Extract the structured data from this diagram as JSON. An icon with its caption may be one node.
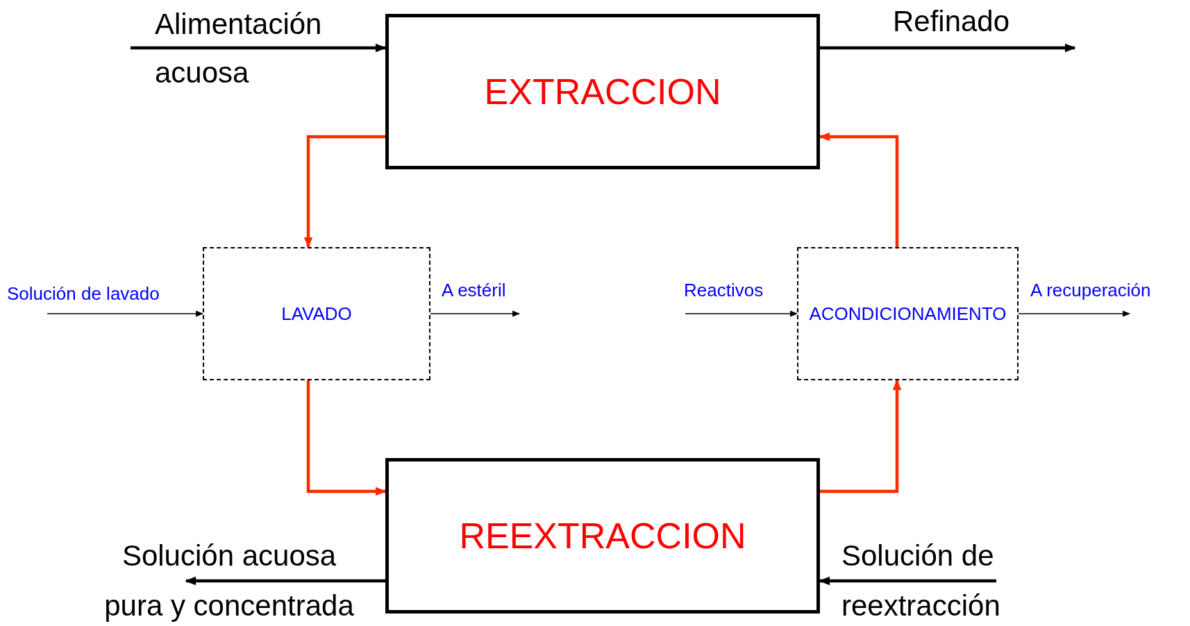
{
  "diagram": {
    "nodes": [
      {
        "text": [
          "EXTRACCION"
        ]
      },
      {
        "text": [
          "LAVADO"
        ]
      },
      {
        "text": [
          "ACONDICIONAMIENTO"
        ]
      },
      {
        "text": [
          "REEXTRACCION"
        ]
      }
    ],
    "edges": [
      {
        "from": null,
        "to": 0,
        "arrow": "to",
        "label": "Alimentación acuosa"
      },
      {
        "from": 0,
        "to": null,
        "arrow": "to",
        "label": "Refinado"
      },
      {
        "from": 0,
        "to": 1,
        "arrow": "to",
        "color": "#ff2a00"
      },
      {
        "from": 1,
        "to": 3,
        "arrow": "to",
        "color": "#ff2a00"
      },
      {
        "from": 3,
        "to": 2,
        "arrow": "to",
        "color": "#ff2a00"
      },
      {
        "from": 2,
        "to": 0,
        "arrow": "to",
        "color": "#ff2a00"
      },
      {
        "from": null,
        "to": 1,
        "arrow": "to",
        "label": "Solución de lavado"
      },
      {
        "from": 1,
        "to": null,
        "arrow": "to",
        "label": "A estéril"
      },
      {
        "from": null,
        "to": 2,
        "arrow": "to",
        "label": "Reactivos"
      },
      {
        "from": 2,
        "to": null,
        "arrow": "to",
        "label": "A recuperación"
      },
      {
        "from": 3,
        "to": null,
        "arrow": "to",
        "label": "Solución acuosa pura y concentrada"
      },
      {
        "from": null,
        "to": 3,
        "arrow": "to",
        "label": "Solución de reextracción"
      }
    ]
  }
}
